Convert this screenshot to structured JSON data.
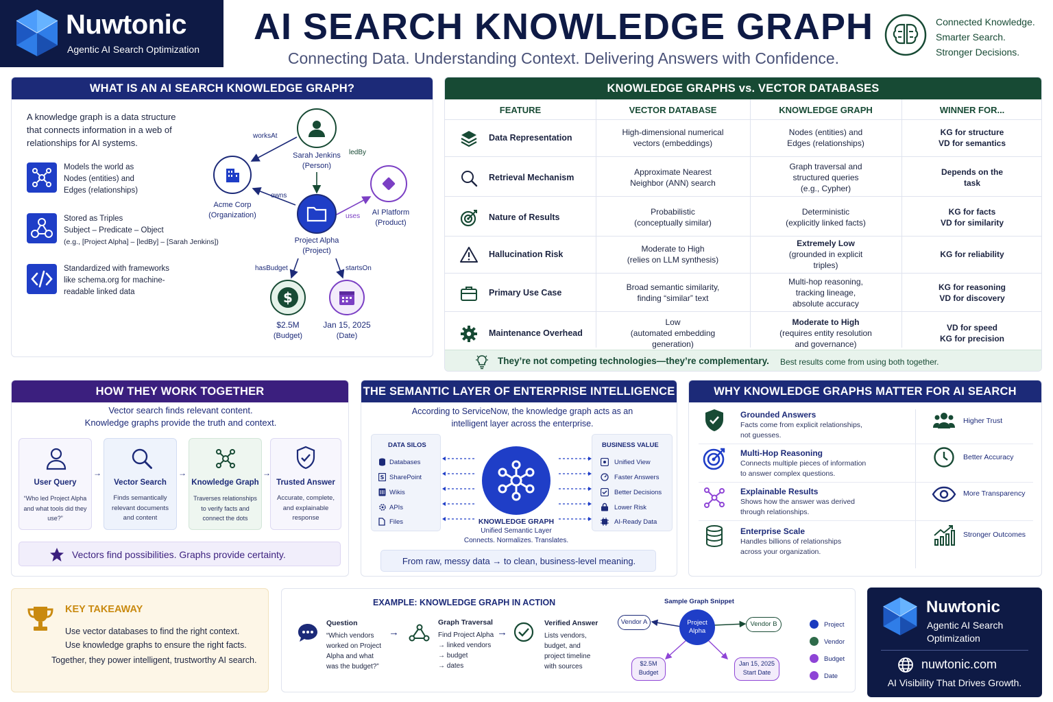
{
  "header": {
    "brand_name": "Nuwtonic",
    "brand_tag": "Agentic AI Search Optimization",
    "title": "AI SEARCH KNOWLEDGE GRAPH",
    "subtitle": "Connecting Data. Understanding Context. Delivering Answers with Confidence.",
    "motto": [
      "Connected Knowledge.",
      "Smarter Search.",
      "Stronger Decisions."
    ]
  },
  "what": {
    "title": "WHAT IS AN AI SEARCH KNOWLEDGE GRAPH?",
    "intro": [
      "A knowledge graph is a data structure",
      "that connects information in a web of",
      "relationships for AI systems."
    ],
    "points": [
      {
        "icon": "network-icon",
        "lines": [
          "Models the world as",
          "Nodes (entities) and",
          "Edges (relationships)"
        ]
      },
      {
        "icon": "triple-icon",
        "lines": [
          "Stored as Triples",
          "Subject – Predicate – Object",
          "(e.g., [Project Alpha] – [ledBy] – [Sarah Jenkins])"
        ]
      },
      {
        "icon": "code-icon",
        "lines": [
          "Standardized with frameworks",
          "like schema.org for machine-",
          "readable linked data"
        ]
      }
    ],
    "graph": {
      "person": [
        "Sarah Jenkins",
        "(Person)"
      ],
      "org": [
        "Acme Corp",
        "(Organization)"
      ],
      "product": [
        "AI Platform",
        "(Product)"
      ],
      "project": [
        "Project Alpha",
        "(Project)"
      ],
      "budget": [
        "$2.5M",
        "(Budget)"
      ],
      "date": [
        "Jan 15, 2025",
        "(Date)"
      ],
      "edges": {
        "worksAt": "worksAt",
        "ledBy": "ledBy",
        "owns": "owns",
        "uses": "uses",
        "hasBudget": "hasBudget",
        "startsOn": "startsOn"
      }
    }
  },
  "compare": {
    "title": "KNOWLEDGE GRAPHS vs. VECTOR DATABASES",
    "headers": [
      "FEATURE",
      "VECTOR DATABASE",
      "KNOWLEDGE GRAPH",
      "WINNER FOR..."
    ],
    "rows": [
      {
        "icon": "layers-icon",
        "feature": "Data Representation",
        "vd": [
          "High-dimensional numerical",
          "vectors (embeddings)"
        ],
        "kg": [
          "Nodes (entities) and",
          "Edges (relationships)"
        ],
        "win": [
          "KG for structure",
          "VD for semantics"
        ]
      },
      {
        "icon": "search-icon",
        "feature": "Retrieval Mechanism",
        "vd": [
          "Approximate Nearest",
          "Neighbor (ANN) search"
        ],
        "kg": [
          "Graph traversal and",
          "structured queries",
          "(e.g., Cypher)"
        ],
        "win": [
          "Depends on the",
          "task"
        ]
      },
      {
        "icon": "target-icon",
        "feature": "Nature of Results",
        "vd": [
          "Probabilistic",
          "(conceptually similar)"
        ],
        "kg": [
          "Deterministic",
          "(explicitly linked facts)"
        ],
        "win": [
          "KG for facts",
          "VD for similarity"
        ]
      },
      {
        "icon": "warning-icon",
        "feature": "Hallucination Risk",
        "vd": [
          "Moderate to High",
          "(relies on LLM synthesis)"
        ],
        "kg": [
          "Extremely Low",
          "(grounded in explicit",
          "triples)"
        ],
        "win": [
          "KG for reliability"
        ]
      },
      {
        "icon": "briefcase-icon",
        "feature": "Primary Use Case",
        "vd": [
          "Broad semantic similarity,",
          "finding “similar” text"
        ],
        "kg": [
          "Multi-hop reasoning,",
          "tracking lineage,",
          "absolute accuracy"
        ],
        "win": [
          "KG for reasoning",
          "VD for discovery"
        ]
      },
      {
        "icon": "gear-icon",
        "feature": "Maintenance Overhead",
        "vd": [
          "Low",
          "(automated embedding",
          "generation)"
        ],
        "kg": [
          "Moderate to High",
          "(requires entity resolution",
          "and governance)"
        ],
        "win": [
          "VD for speed",
          "KG for precision"
        ]
      }
    ],
    "footer_bold": "They’re not competing technologies—they’re complementary.",
    "footer_rest": "Best results come from using both together."
  },
  "together": {
    "title": "HOW THEY WORK TOGETHER",
    "lead": [
      "Vector search finds relevant content.",
      "Knowledge graphs provide the truth and context."
    ],
    "steps": [
      {
        "icon": "user-icon",
        "name": "User Query",
        "desc": [
          "“Who led Project Alpha",
          "and what tools did they",
          "use?”"
        ]
      },
      {
        "icon": "search-icon",
        "name": "Vector Search",
        "desc": [
          "Finds semantically",
          "relevant documents",
          "and content"
        ]
      },
      {
        "icon": "graph-icon",
        "name": "Knowledge Graph",
        "desc": [
          "Traverses relationships",
          "to verify facts and",
          "connect the dots"
        ]
      },
      {
        "icon": "shield-check-icon",
        "name": "Trusted Answer",
        "desc": [
          "Accurate, complete,",
          "and explainable",
          "response"
        ]
      }
    ],
    "banner": "Vectors find possibilities. Graphs provide certainty."
  },
  "semantic": {
    "title": "THE SEMANTIC LAYER OF ENTERPRISE INTELLIGENCE",
    "lead": [
      "According to ServiceNow, the knowledge graph acts as an",
      "intelligent layer across the enterprise."
    ],
    "silos_title": "DATA SILOS",
    "silos": [
      "Databases",
      "SharePoint",
      "Wikis",
      "APIs",
      "Files"
    ],
    "value_title": "BUSINESS VALUE",
    "values": [
      "Unified View",
      "Faster Answers",
      "Better Decisions",
      "Lower Risk",
      "AI-Ready Data"
    ],
    "hub_name": "KNOWLEDGE GRAPH",
    "hub_lines": [
      "Unified Semantic Layer",
      "Connects. Normalizes. Translates."
    ],
    "banner": "From raw, messy data → to clean, business-level meaning."
  },
  "why": {
    "title": "WHY KNOWLEDGE GRAPHS MATTER FOR AI SEARCH",
    "items": [
      {
        "icon": "shield-check-icon",
        "title": "Grounded Answers",
        "desc": [
          "Facts come from explicit relationships,",
          "not guesses."
        ]
      },
      {
        "icon": "target-icon",
        "title": "Multi-Hop Reasoning",
        "desc": [
          "Connects multiple pieces of information",
          "to answer complex questions."
        ]
      },
      {
        "icon": "network-icon",
        "title": "Explainable Results",
        "desc": [
          "Shows how the answer was derived",
          "through relationships."
        ]
      },
      {
        "icon": "database-icon",
        "title": "Enterprise Scale",
        "desc": [
          "Handles billions of relationships",
          "across your organization."
        ]
      }
    ],
    "benefits": [
      {
        "icon": "people-icon",
        "label": "Higher Trust"
      },
      {
        "icon": "clock-icon",
        "label": "Better Accuracy"
      },
      {
        "icon": "eye-icon",
        "label": "More Transparency"
      },
      {
        "icon": "growth-chart-icon",
        "label": "Stronger Outcomes"
      }
    ]
  },
  "takeaway": {
    "title": "KEY TAKEAWAY",
    "lines": [
      "Use vector databases to find the right context.",
      "Use knowledge graphs to ensure the right facts.",
      "Together, they power intelligent, trustworthy AI search."
    ]
  },
  "example": {
    "title": "EXAMPLE: KNOWLEDGE GRAPH IN ACTION",
    "question_title": "Question",
    "question": [
      "“Which vendors",
      "worked on Project",
      "Alpha and what",
      "was the budget?”"
    ],
    "traversal_title": "Graph Traversal",
    "traversal": [
      "Find Project Alpha",
      "→ linked vendors",
      "→ budget",
      "→ dates"
    ],
    "answer_title": "Verified Answer",
    "answer": [
      "Lists vendors,",
      "budget, and",
      "project timeline",
      "with sources"
    ],
    "snippet_title": "Sample Graph Snippet",
    "snippet_center": [
      "Project",
      "Alpha"
    ],
    "vendor_a": "Vendor A",
    "vendor_b": "Vendor B",
    "budget": [
      "$2.5M",
      "Budget"
    ],
    "date": [
      "Jan 15, 2025",
      "Start Date"
    ],
    "legend": [
      {
        "label": "Project",
        "color": "#1a3bbf"
      },
      {
        "label": "Vendor",
        "color": "#2e6b4a"
      },
      {
        "label": "Budget",
        "color": "#8e44d6"
      },
      {
        "label": "Date",
        "color": "#8e44d6"
      }
    ]
  },
  "footer_brand": {
    "name": "Nuwtonic",
    "tag": [
      "Agentic AI Search",
      "Optimization"
    ],
    "url": "nuwtonic.com",
    "slogan": "AI Visibility That Drives Growth."
  },
  "colors": {
    "navy": "#1c2a78",
    "dark_green": "#174a34",
    "purple": "#3b1f7e",
    "gold": "#c98a10"
  }
}
